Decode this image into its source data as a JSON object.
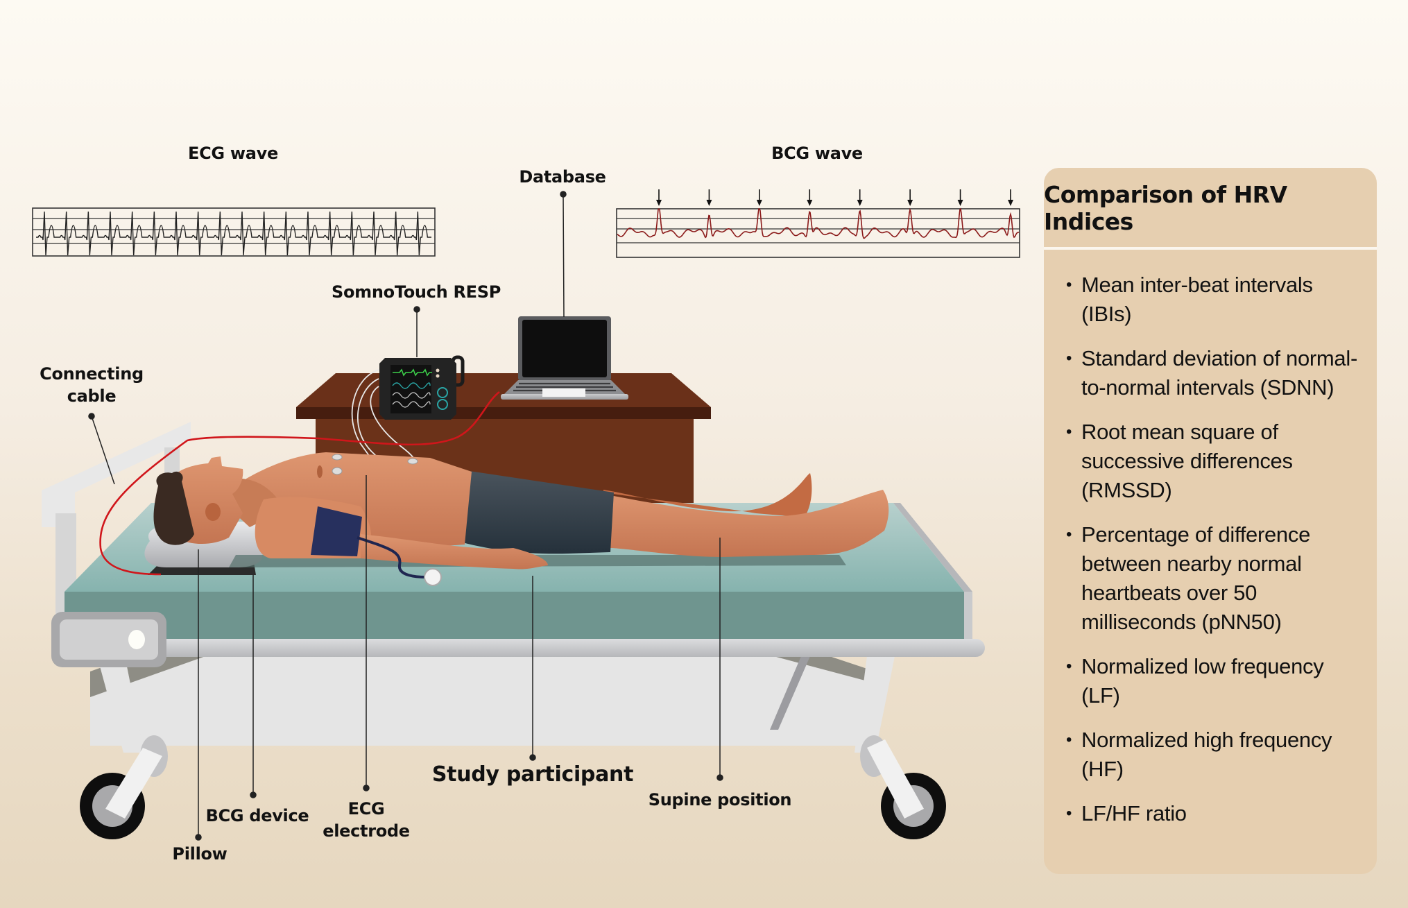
{
  "labels": {
    "ecg_wave": "ECG wave",
    "bcg_wave": "BCG wave",
    "database": "Database",
    "somnotouch": "SomnoTouch RESP",
    "connecting_cable_line1": "Connecting",
    "connecting_cable_line2": "cable",
    "pillow": "Pillow",
    "bcg_device": "BCG device",
    "ecg_electrode_line1": "ECG",
    "ecg_electrode_line2": "electrode",
    "study_participant": "Study participant",
    "supine_position": "Supine position"
  },
  "panel": {
    "title": "Comparison of HRV Indices",
    "items": [
      "Mean inter-beat intervals (IBIs)",
      "Standard deviation of normal-to-normal intervals (SDNN)",
      "Root mean square of successive differences (RMSSD)",
      "Percentage of difference between nearby normal heartbeats over 50 milliseconds (pNN50)",
      "Normalized low frequency (LF)",
      "Normalized high frequency (HF)",
      "LF/HF ratio"
    ]
  },
  "waves": {
    "ecg_beats": 18,
    "bcg_peaks": 8
  },
  "colors": {
    "ecg_line": "#222222",
    "bcg_line": "#8b1a1a",
    "cable": "#d0161b",
    "panel_bg": "#e6cfb0",
    "mattress_top": "#93bcb8",
    "mattress_side": "#6f958f",
    "desk": "#6b3219",
    "skin": "#d58a63",
    "shorts": "#3a4650",
    "cuff": "#27305e"
  }
}
